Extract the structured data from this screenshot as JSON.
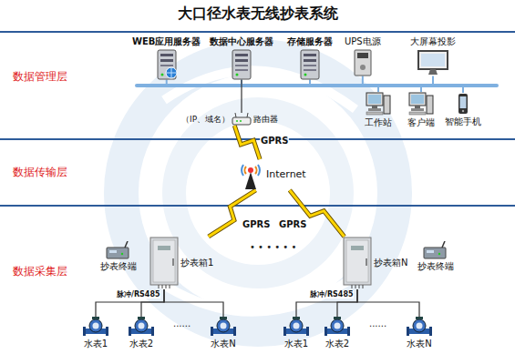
{
  "diagram": {
    "title": "大口径水表无线抄表系统",
    "nodes": [
      {
        "text": [
          "WEB应用服务器"
        ]
      },
      {
        "text": [
          "数据中心服务器"
        ]
      },
      {
        "text": [
          "存储服务器"
        ]
      },
      {
        "text": [
          "UPS电源"
        ]
      },
      {
        "text": [
          "大屏幕投影"
        ]
      },
      {
        "text": [
          "（IP、域名）",
          "路由器"
        ]
      },
      {
        "text": [
          "工作站"
        ]
      },
      {
        "text": [
          "客户端"
        ]
      },
      {
        "text": [
          "智能手机"
        ]
      },
      {
        "text": [
          "Internet"
        ]
      },
      {
        "text": [
          "抄表箱1"
        ]
      },
      {
        "text": [
          "抄表终端"
        ]
      },
      {
        "text": [
          "抄表箱N"
        ]
      },
      {
        "text": [
          "抄表终端"
        ]
      },
      {
        "text": [
          "水表1"
        ]
      },
      {
        "text": [
          "水表2"
        ]
      },
      {
        "text": [
          "水表N"
        ]
      },
      {
        "text": [
          "水表1"
        ]
      },
      {
        "text": [
          "水表2"
        ]
      },
      {
        "text": [
          "水表N"
        ]
      }
    ],
    "edges": [
      {
        "from": 1,
        "to": 5,
        "arrow": "none"
      },
      {
        "from": 5,
        "to": 9,
        "label": "GPRS",
        "arrow": "none"
      },
      {
        "from": 9,
        "to": 10,
        "label": "GPRS",
        "arrow": "none"
      },
      {
        "from": 9,
        "to": 12,
        "label": "GPRS",
        "arrow": "none"
      },
      {
        "from": 10,
        "to": 14,
        "arrow": "none"
      },
      {
        "from": 10,
        "to": 15,
        "arrow": "none"
      },
      {
        "from": 10,
        "to": 16,
        "arrow": "none"
      },
      {
        "from": 12,
        "to": 17,
        "arrow": "none"
      },
      {
        "from": 12,
        "to": 18,
        "arrow": "none"
      },
      {
        "from": 12,
        "to": 19,
        "arrow": "none"
      }
    ],
    "labels": [
      "数据管理层",
      "数据传输层",
      "数据采集层",
      "• • • • • •",
      "......",
      "......",
      "脉冲/RS485",
      "脉冲/RS485"
    ]
  }
}
